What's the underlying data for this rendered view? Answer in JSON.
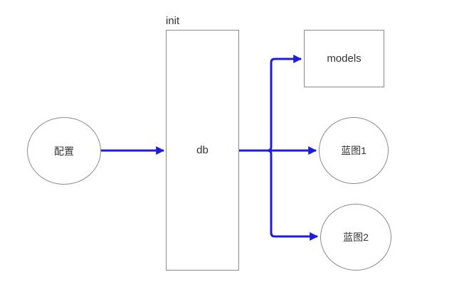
{
  "diagram": {
    "title": "flow-diagram",
    "colors": {
      "arrow": "#1c1cdb",
      "node_border": "#8a8a8a",
      "text": "#333333",
      "background": "#ffffff"
    },
    "nodes": {
      "config": {
        "label": "配置",
        "shape": "circle"
      },
      "db": {
        "label": "db",
        "shape": "rect",
        "container_label": "init"
      },
      "models": {
        "label": "models",
        "shape": "rect"
      },
      "blueprint1": {
        "label": "蓝图1",
        "shape": "circle"
      },
      "blueprint2": {
        "label": "蓝图2",
        "shape": "circle"
      }
    },
    "edges": [
      {
        "from": "配置",
        "to": "db"
      },
      {
        "from": "db",
        "to": "models"
      },
      {
        "from": "db",
        "to": "蓝图1"
      },
      {
        "from": "db",
        "to": "蓝图2"
      }
    ]
  }
}
